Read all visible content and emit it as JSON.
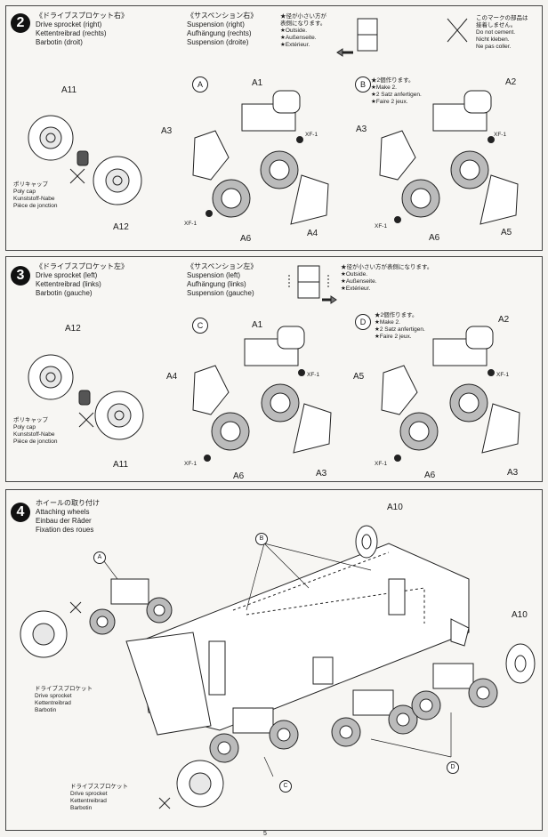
{
  "step2": {
    "number": "2",
    "sprocket": {
      "jp": "《ドライブスプロケット右》",
      "en": "Drive sprocket (right)",
      "de": "Kettentreibrad (rechts)",
      "fr": "Barbotin (droit)"
    },
    "suspension": {
      "jp": "《サスペンション右》",
      "en": "Suspension (right)",
      "de": "Aufhängung (rechts)",
      "fr": "Suspension (droite)"
    },
    "outside_note": {
      "jp_1": "★径が小さい方が",
      "jp_2": "表側になります。",
      "en": "★Outside.",
      "de": "★Außenseite.",
      "fr": "★Extérieur."
    },
    "cement_note": {
      "jp_1": "このマークの部品は",
      "jp_2": "接着しません。",
      "en": "Do not cement.",
      "de": "Nicht kleben.",
      "fr": "Ne pas coller."
    },
    "make2_note": {
      "jp": "★2個作ります。",
      "en": "★Make 2.",
      "de": "★2 Satz anfertigen.",
      "fr": "★Faire 2 jeux."
    },
    "polycap": {
      "jp": "ポリキャップ",
      "en": "Poly cap",
      "de": "Kunststoff-Nabe",
      "fr": "Pièce de jonction"
    },
    "labels": {
      "a11": "A11",
      "a12": "A12",
      "mark_a": "A",
      "mark_b": "B",
      "a1": "A1",
      "a2": "A2",
      "a3_left": "A3",
      "a3_right": "A3",
      "a4": "A4",
      "a5": "A5",
      "a6_left": "A6",
      "a6_right": "A6",
      "xf1_a": "XF-1",
      "xf1_b": "XF-1",
      "xf1_c": "XF-1",
      "xf1_d": "XF-1"
    }
  },
  "step3": {
    "number": "3",
    "sprocket": {
      "jp": "《ドライブスプロケット左》",
      "en": "Drive sprocket (left)",
      "de": "Kettentreibrad (links)",
      "fr": "Barbotin (gauche)"
    },
    "suspension": {
      "jp": "《サスペンション左》",
      "en": "Suspension (left)",
      "de": "Aufhängung (links)",
      "fr": "Suspension (gauche)"
    },
    "outside_note": {
      "jp": "★径が小さい方が表側になります。",
      "en": "★Outside.",
      "de": "★Außenseite.",
      "fr": "★Extérieur."
    },
    "make2_note": {
      "jp": "★2個作ります。",
      "en": "★Make 2.",
      "de": "★2 Satz anfertigen.",
      "fr": "★Faire 2 jeux."
    },
    "polycap": {
      "jp": "ポリキャップ",
      "en": "Poly cap",
      "de": "Kunststoff-Nabe",
      "fr": "Pièce de jonction"
    },
    "labels": {
      "a12": "A12",
      "a11": "A11",
      "mark_c": "C",
      "mark_d": "D",
      "a1": "A1",
      "a2": "A2",
      "a4": "A4",
      "a5": "A5",
      "a3_left": "A3",
      "a3_right": "A3",
      "a6_left": "A6",
      "a6_right": "A6",
      "xf1_a": "XF-1",
      "xf1_b": "XF-1",
      "xf1_c": "XF-1",
      "xf1_d": "XF-1"
    }
  },
  "step4": {
    "number": "4",
    "title": {
      "jp": "ホイールの取り付け",
      "en": "Attaching wheels",
      "de": "Einbau der Räder",
      "fr": "Fixation des roues"
    },
    "sprocket_upper": {
      "jp": "ドライブスプロケット",
      "en": "Drive sprocket",
      "de": "Kettentreibrad",
      "fr": "Barbotin"
    },
    "sprocket_lower": {
      "jp": "ドライブスプロケット",
      "en": "Drive sprocket",
      "de": "Kettentreibrad",
      "fr": "Barbotin"
    },
    "labels": {
      "a10_top": "A10",
      "a10_right": "A10",
      "mark_a": "A",
      "mark_b": "B",
      "mark_c": "C",
      "mark_d": "D"
    }
  },
  "page_number": "5"
}
